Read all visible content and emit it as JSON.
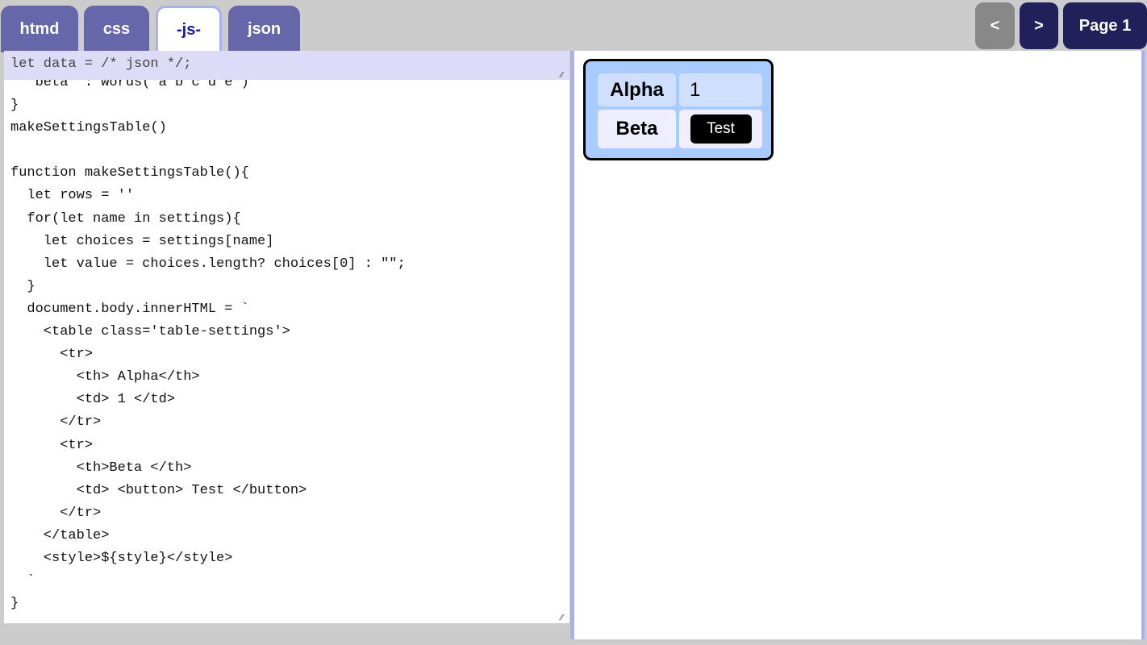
{
  "tabs": [
    {
      "label": "htmd"
    },
    {
      "label": "css"
    },
    {
      "label": "-js-",
      "active": true
    },
    {
      "label": "json"
    }
  ],
  "nav": {
    "prev": "<",
    "next": ">",
    "page": "Page 1"
  },
  "editor": {
    "header": "let data = /* json */;",
    "code": "  'beta' : words('a b c d e')\n}\nmakeSettingsTable()\n\nfunction makeSettingsTable(){\n  let rows = ''\n  for(let name in settings){\n    let choices = settings[name]\n    let value = choices.length? choices[0] : \"\";\n  }\n  document.body.innerHTML = `\n    <table class='table-settings'>\n      <tr>\n        <th> Alpha</th>\n        <td> 1 </td>\n      </tr>\n      <tr>\n        <th>Beta </th>\n        <td> <button> Test </button>\n      </tr>\n    </table>\n    <style>${style}</style>\n  `\n}"
  },
  "preview": {
    "rows": [
      {
        "label": "Alpha",
        "value": "1"
      },
      {
        "label": "Beta",
        "button": "Test"
      }
    ]
  },
  "colors": {
    "tab": "#6666aa",
    "nav": "#20205a",
    "accent": "#aab0ee",
    "table_bg": "#a8ccff"
  }
}
